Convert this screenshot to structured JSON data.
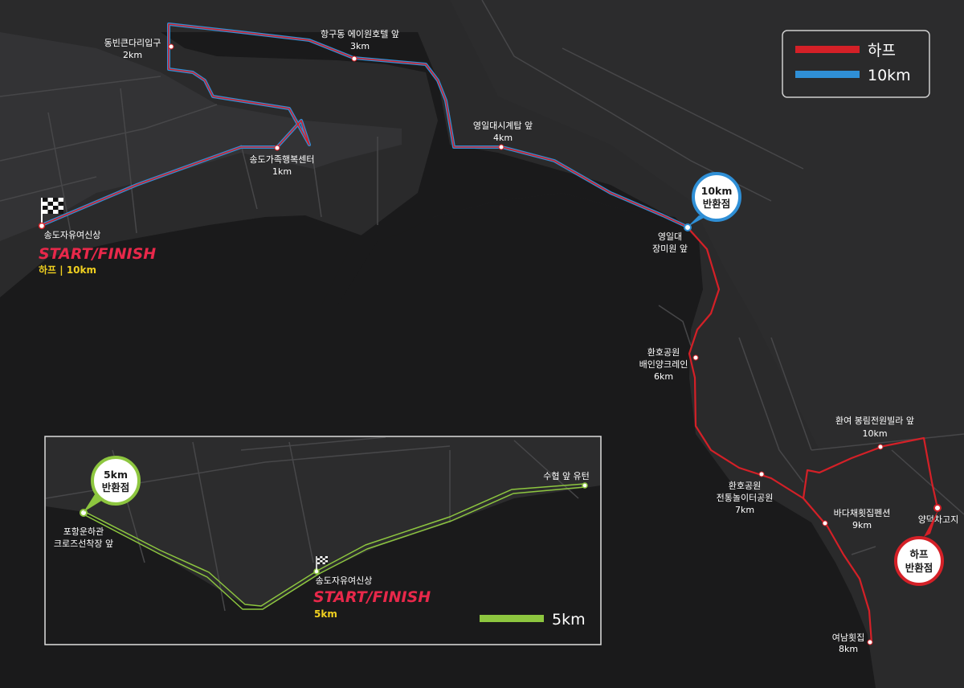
{
  "main_map": {
    "start": {
      "name": "송도자유여신상",
      "title": "START/FINISH",
      "sub": "하프 | 10km"
    },
    "markers": [
      {
        "line1": "송도가족행복센터",
        "line2": "1km"
      },
      {
        "line1": "동빈큰다리입구",
        "line2": "2km"
      },
      {
        "line1": "항구동 에이원호텔 앞",
        "line2": "3km"
      },
      {
        "line1": "영일대시계탑 앞",
        "line2": "4km"
      },
      {
        "line1": "영일대",
        "line2": "장미원 앞"
      },
      {
        "line1": "환호공원",
        "line2": "배인양크레인",
        "line3": "6km"
      },
      {
        "line1": "환호공원",
        "line2": "전통놀이터공원",
        "line3": "7km"
      },
      {
        "line1": "여남횟집",
        "line2": "8km"
      },
      {
        "line1": "바다채횟집펜션",
        "line2": "9km"
      },
      {
        "line1": "환여 봉림전원빌라 앞",
        "line2": "10km"
      },
      {
        "line1": "양덕차고지",
        "line2": ""
      }
    ],
    "turn_10km": {
      "line1": "10km",
      "line2": "반환점"
    },
    "turn_half": {
      "line1": "하프",
      "line2": "반환점"
    }
  },
  "legend": {
    "items": [
      {
        "label": "하프",
        "color": "#d42027"
      },
      {
        "label": "10km",
        "color": "#2f8fd6"
      }
    ]
  },
  "inset": {
    "turn_5km": {
      "line1": "5km",
      "line2": "반환점"
    },
    "left_label": {
      "line1": "포항운하관",
      "line2": "크로즈선착장 앞"
    },
    "right_label": "수협 앞 유턴",
    "start": {
      "name": "송도자유여신상",
      "title": "START/FINISH",
      "sub": "5km"
    },
    "legend_label": "5km",
    "color": "#8dc63f"
  }
}
